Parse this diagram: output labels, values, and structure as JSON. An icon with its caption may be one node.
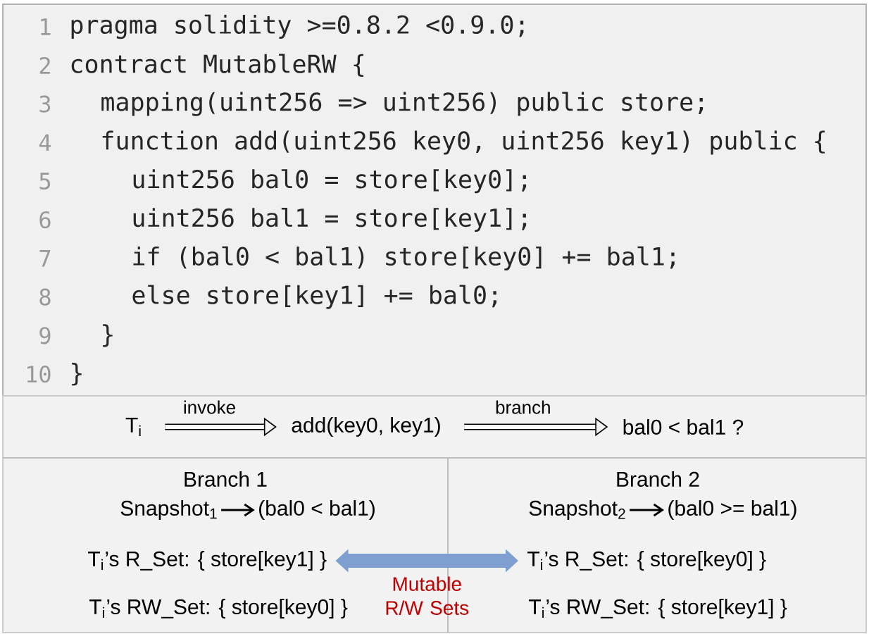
{
  "diagram": {
    "nodes": [
      {
        "text": [
          "T$_{i}$"
        ]
      },
      {
        "text": [
          "add(key0, key1)"
        ]
      },
      {
        "text": [
          "bal0 < bal1 ?"
        ]
      },
      {
        "text": [
          "Snapshot$_{1}$"
        ]
      },
      {
        "text": [
          "(bal0 < bal1)"
        ]
      },
      {
        "text": [
          "Snapshot$_{2}$"
        ]
      },
      {
        "text": [
          "(bal0 >= bal1)"
        ]
      },
      {
        "text": [
          "T$_{i}$’s R_Set: { store[key1] }"
        ]
      },
      {
        "text": [
          "T$_{i}$’s R_Set: { store[key0] }"
        ]
      }
    ],
    "edges": [
      {
        "from": 0,
        "to": 1,
        "arrow": "to",
        "label": "invoke"
      },
      {
        "from": 1,
        "to": 2,
        "arrow": "to",
        "label": "branch"
      },
      {
        "from": 3,
        "to": 4,
        "arrow": "to"
      },
      {
        "from": 5,
        "to": 6,
        "arrow": "to"
      },
      {
        "from": 7,
        "to": 8,
        "arrow": "both",
        "style": "thick",
        "color": "#7f9fd0",
        "label": "Mutable R/W Sets"
      }
    ],
    "labels": [
      "1",
      "pragma solidity >=0.8.2 <0.9.0;",
      "2",
      "contract MutableRW {",
      "3",
      "mapping(uint256 => uint256) public store;",
      "4",
      "function add(uint256 key0, uint256 key1) public {",
      "5",
      "uint256 bal0 = store[key0];",
      "6",
      "uint256 bal1 = store[key1];",
      "7",
      "if (bal0 < bal1) store[key0] += bal1;",
      "8",
      "else store[key1] += bal0;",
      "9",
      "}",
      "10",
      "}",
      "Branch 1",
      "Branch 2",
      "T$_{i}$’s RW_Set: { store[key0] }",
      "T$_{i}$’s RW_Set: { store[key1] }"
    ]
  }
}
